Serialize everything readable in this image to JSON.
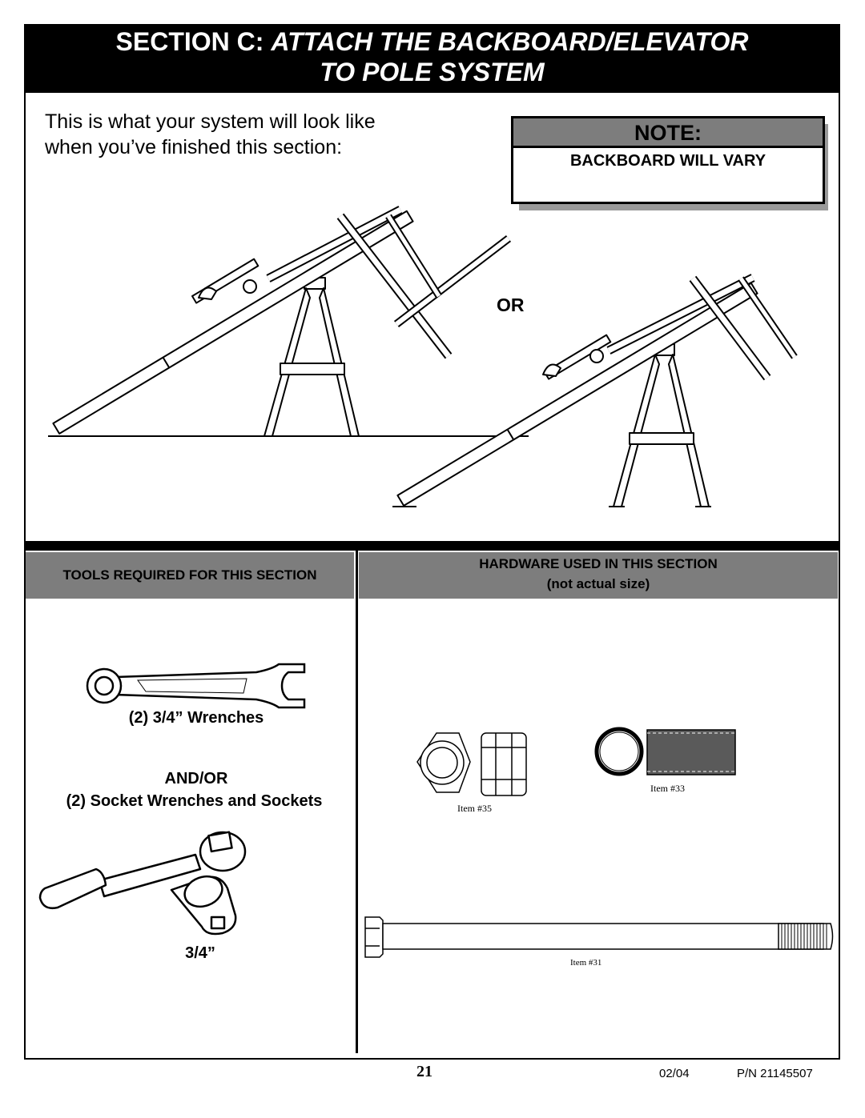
{
  "header": {
    "line1_prefix": "SECTION C:",
    "line1_italic": "ATTACH THE BACKBOARD/ELEVATOR",
    "line2_italic": "TO POLE SYSTEM"
  },
  "intro": {
    "line1": "This is what your system will look like",
    "line2": "when you’ve finished this section:"
  },
  "note": {
    "title": "NOTE:",
    "body": "BACKBOARD WILL VARY"
  },
  "or_label": "OR",
  "tools": {
    "header": "TOOLS REQUIRED FOR THIS SECTION",
    "wrench_label": "(2) 3/4” Wrenches",
    "and_or": "AND/OR",
    "socket_label": "(2) Socket Wrenches and Sockets",
    "socket_size": "3/4”"
  },
  "hardware": {
    "header_line1": "HARDWARE USED IN THIS SECTION",
    "header_line2": "(not actual size)",
    "items": {
      "nut": "Item #35",
      "spacer": "Item #33",
      "bolt": "Item #31"
    }
  },
  "footer": {
    "page_number": "21",
    "date": "02/04",
    "part_number": "P/N 21145507"
  }
}
